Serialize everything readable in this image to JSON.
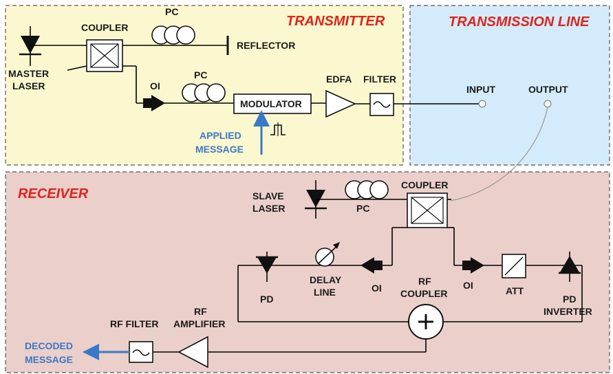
{
  "sections": {
    "transmitter": "TRANSMITTER",
    "transmission_line": "TRANSMISSION LINE",
    "receiver": "RECEIVER"
  },
  "transmitter": {
    "master_laser_1": "MASTER",
    "master_laser_2": "LASER",
    "coupler": "COUPLER",
    "pc_top": "PC",
    "reflector": "REFLECTOR",
    "oi": "OI",
    "pc_mid": "PC",
    "modulator": "MODULATOR",
    "edfa": "EDFA",
    "filter": "FILTER",
    "applied_message_1": "APPLIED",
    "applied_message_2": "MESSAGE"
  },
  "line": {
    "input": "INPUT",
    "output": "OUTPUT"
  },
  "receiver": {
    "slave_laser_1": "SLAVE",
    "slave_laser_2": "LASER",
    "pc": "PC",
    "coupler": "COUPLER",
    "pd": "PD",
    "delay_line_1": "DELAY",
    "delay_line_2": "LINE",
    "oi_left": "OI",
    "rf_coupler_1": "RF",
    "rf_coupler_2": "COUPLER",
    "oi_right": "OI",
    "att": "ATT",
    "pd_inverter_1": "PD",
    "pd_inverter_2": "INVERTER",
    "rf_amplifier_1": "RF",
    "rf_amplifier_2": "AMPLIFIER",
    "rf_filter": "RF FILTER",
    "decoded_message_1": "DECODED",
    "decoded_message_2": "MESSAGE"
  },
  "colors": {
    "transmitter_bg": "#fbf8cf",
    "transmission_bg": "#d4ebfb",
    "receiver_bg": "#ebcfca",
    "section_title": "#e0231c",
    "message_arrow": "#3a78c8"
  }
}
